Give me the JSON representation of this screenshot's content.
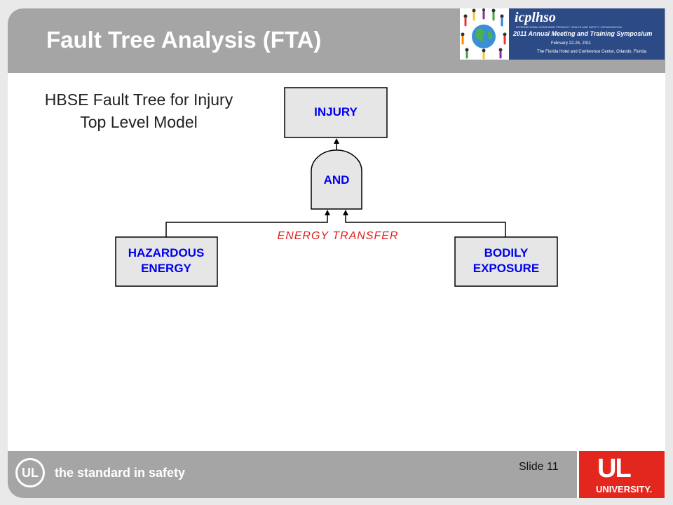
{
  "slide": {
    "title": "Fault Tree Analysis (FTA)",
    "subtitle_line1": "HBSE Fault Tree for Injury",
    "subtitle_line2": "Top Level Model",
    "slide_number": "Slide 11"
  },
  "banner": {
    "logo_text": "icplhso",
    "org_text": "INTERNATIONAL CONSUMER PRODUCT HEALTH AND SAFETY ORGANIZATION",
    "event": "2011 Annual Meeting and Training Symposium",
    "dates": "February 22-25, 2011",
    "venue": "The Florida Hotel and Conference Center, Orlando, Florida"
  },
  "footer": {
    "tagline": "the standard in safety",
    "ul_circle_text": "UL",
    "ul_mark": "UL",
    "ul_university": "UNIVERSITY."
  },
  "diagram": {
    "top_event": "INJURY",
    "gate": "AND",
    "left_input_line1": "HAZARDOUS",
    "left_input_line2": "ENERGY",
    "right_input_line1": "BODILY",
    "right_input_line2": "EXPOSURE",
    "transfer_label": "ENERGY  TRANSFER"
  },
  "colors": {
    "title_bar": "#a5a5a5",
    "box_fill": "#e6e6e6",
    "box_text": "#0000ee",
    "transfer_text": "#e02020",
    "ul_red": "#e3271e",
    "banner_blue": "#2c4a86"
  }
}
